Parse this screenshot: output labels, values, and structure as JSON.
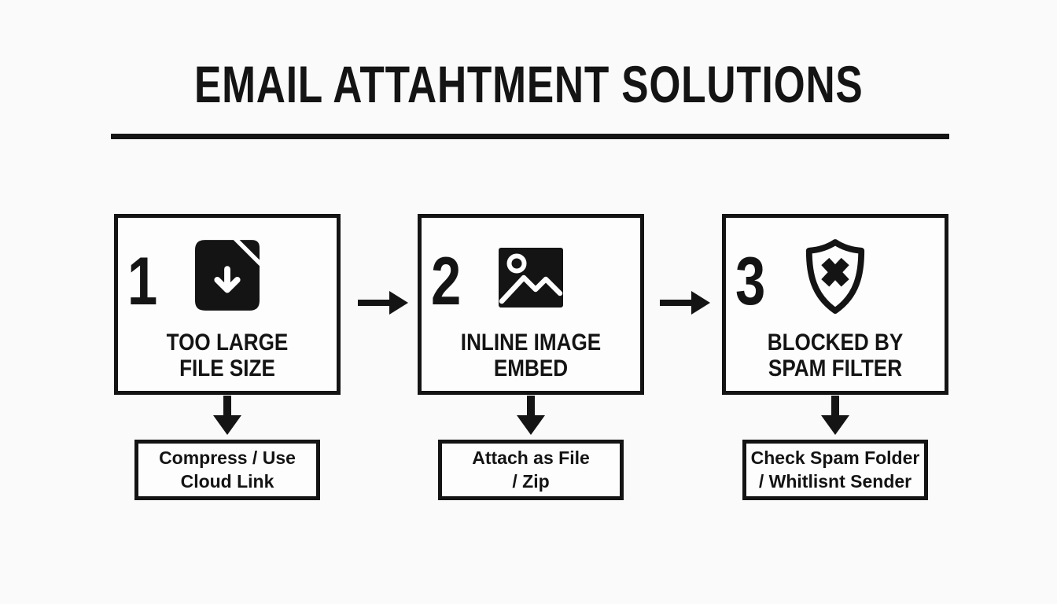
{
  "page": {
    "title": "EMAIL ATTAHTMENT SOLUTIONS"
  },
  "colors": {
    "background": "#fafafa",
    "ink": "#141414",
    "box_fill": "#fdfdfd"
  },
  "icons": {
    "step1": "file-download-icon",
    "step2": "inline-image-icon",
    "step3": "shield-block-icon",
    "between_steps": "arrow-right-icon",
    "to_solution": "arrow-down-icon"
  },
  "steps": [
    {
      "number": "1",
      "label_line1": "TOO LARGE",
      "label_line2": "FILE SIZE",
      "solution_line1": "Compress / Use",
      "solution_line2": "Cloud Link"
    },
    {
      "number": "2",
      "label_line1": "INLINE IMAGE",
      "label_line2": "EMBED",
      "solution_line1": "Attach as File",
      "solution_line2": "/ Zip"
    },
    {
      "number": "3",
      "label_line1": "BLOCKED BY",
      "label_line2": "SPAM FILTER",
      "solution_line1": "Check Spam Folder",
      "solution_line2": "/ Whitlisnt Sender"
    }
  ]
}
